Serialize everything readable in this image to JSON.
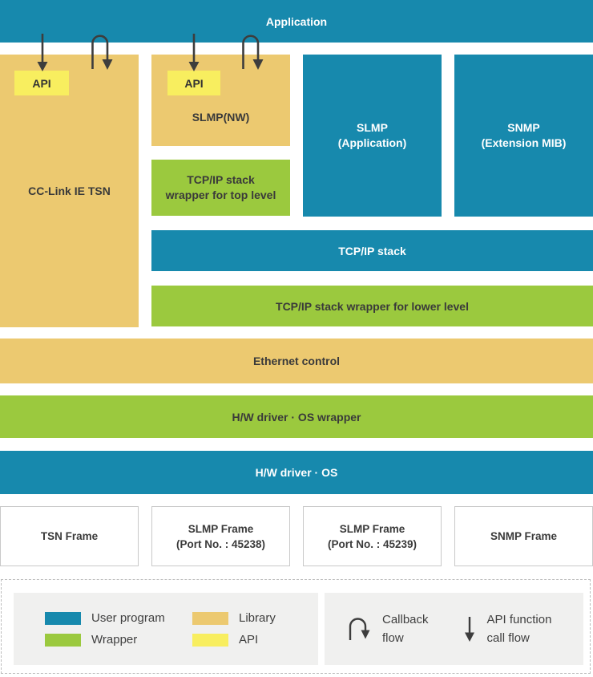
{
  "application": {
    "label": "Application"
  },
  "blocks": {
    "cclink": {
      "label": "CC-Link IE TSN",
      "api": "API"
    },
    "slmp_nw": {
      "label": "SLMP(NW)",
      "api": "API"
    },
    "tcpip_wrapper_top": {
      "line1": "TCP/IP stack",
      "line2": "wrapper for top level"
    },
    "slmp_application": {
      "line1": "SLMP",
      "line2": "(Application)"
    },
    "snmp_extension": {
      "line1": "SNMP",
      "line2": "(Extension MIB)"
    },
    "tcpip_stack": {
      "label": "TCP/IP stack"
    },
    "tcpip_wrapper_lower": {
      "label": "TCP/IP stack wrapper for lower level"
    },
    "ethernet_control": {
      "label": "Ethernet control"
    },
    "hw_driver_os_wrapper": {
      "label": "H/W driver · OS wrapper"
    },
    "hw_driver_os": {
      "label": "H/W driver · OS"
    }
  },
  "frames": [
    {
      "line1": "TSN Frame",
      "line2": ""
    },
    {
      "line1": "SLMP Frame",
      "line2": "(Port No. : 45238)"
    },
    {
      "line1": "SLMP Frame",
      "line2": "(Port No. : 45239)"
    },
    {
      "line1": "SNMP Frame",
      "line2": ""
    }
  ],
  "legend": {
    "swatches": [
      {
        "label": "User program",
        "color": "#1789ad"
      },
      {
        "label": "Wrapper",
        "color": "#9bc93e"
      },
      {
        "label": "Library",
        "color": "#ecc970"
      },
      {
        "label": "API",
        "color": "#f8ee5f"
      }
    ],
    "callback_flow": {
      "line1": "Callback",
      "line2": "flow"
    },
    "api_call_flow": {
      "line1": "API function",
      "line2": "call flow"
    }
  },
  "colors": {
    "user_program": "#1789ad",
    "wrapper": "#9bc93e",
    "library": "#ecc970",
    "api": "#f8ee5f",
    "arrow": "#3d3d3d"
  }
}
